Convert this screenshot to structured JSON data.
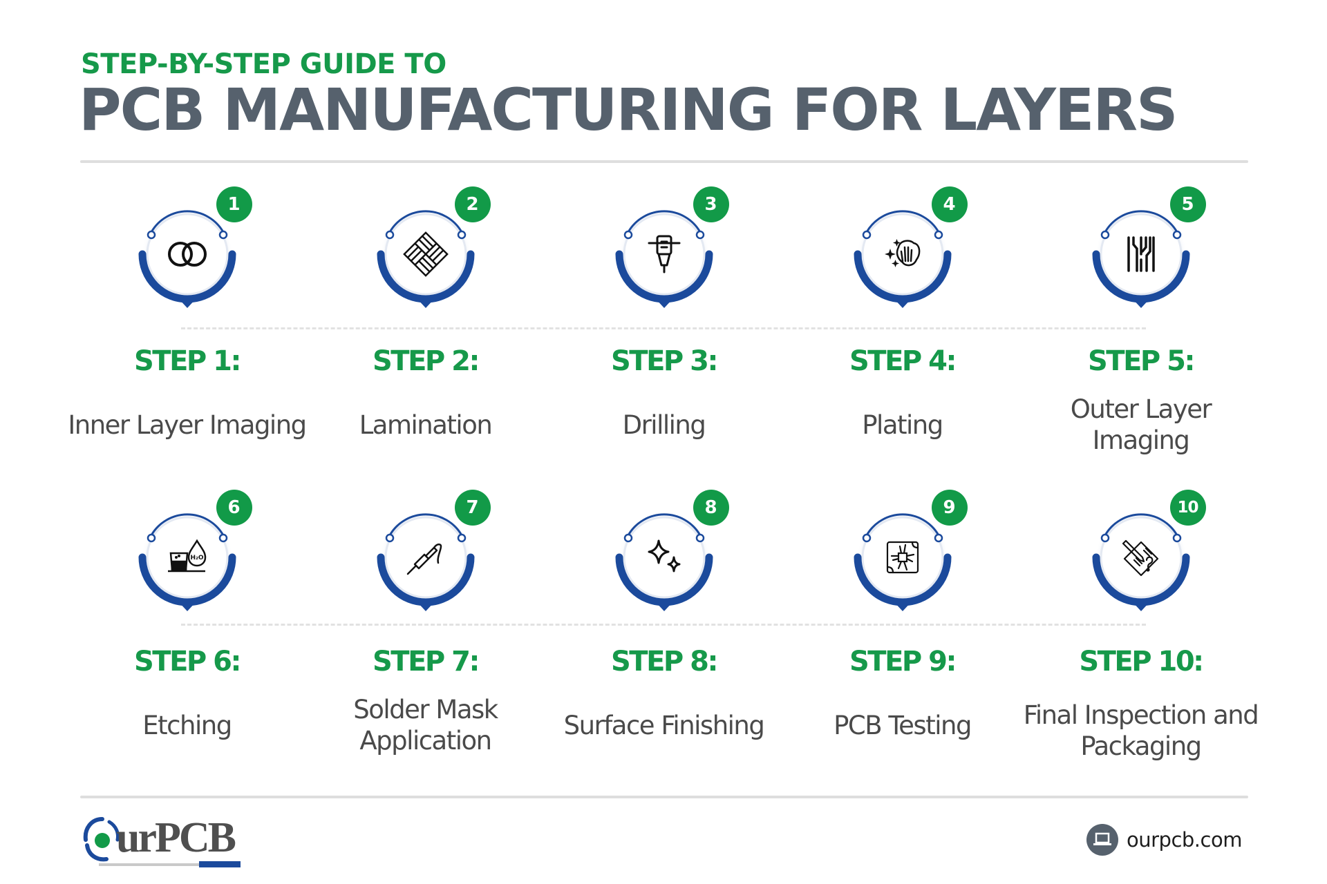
{
  "header": {
    "subtitle": "STEP-BY-STEP GUIDE TO",
    "title": "PCB MANUFACTURING FOR LAYERS"
  },
  "colors": {
    "accent_green": "#129a48",
    "title_grey": "#56616d",
    "ring_blue": "#1b4a9c",
    "text_dark": "#4a4a4a"
  },
  "steps": [
    {
      "number": "1",
      "label": "STEP 1:",
      "desc": "Inner Layer Imaging",
      "icon": "interlocking-rings-icon"
    },
    {
      "number": "2",
      "label": "STEP 2:",
      "desc": "Lamination",
      "icon": "layered-sheets-icon"
    },
    {
      "number": "3",
      "label": "STEP 3:",
      "desc": "Drilling",
      "icon": "drill-icon"
    },
    {
      "number": "4",
      "label": "STEP 4:",
      "desc": "Plating",
      "icon": "polishing-hand-icon"
    },
    {
      "number": "5",
      "label": "STEP 5:",
      "desc": "Outer Layer Imaging",
      "icon": "circuit-traces-icon"
    },
    {
      "number": "6",
      "label": "STEP 6:",
      "desc": "Etching",
      "icon": "beaker-water-icon"
    },
    {
      "number": "7",
      "label": "STEP 7:",
      "desc": "Solder Mask Application",
      "icon": "soldering-iron-icon"
    },
    {
      "number": "8",
      "label": "STEP 8:",
      "desc": "Surface Finishing",
      "icon": "sparkles-icon"
    },
    {
      "number": "9",
      "label": "STEP 9:",
      "desc": "PCB Testing",
      "icon": "circuit-board-chip-icon"
    },
    {
      "number": "10",
      "label": "STEP 10:",
      "desc": "Final Inspection and Packaging",
      "icon": "inspection-document-icon"
    }
  ],
  "footer": {
    "logo_text": "urPCB",
    "website": "ourpcb.com"
  }
}
